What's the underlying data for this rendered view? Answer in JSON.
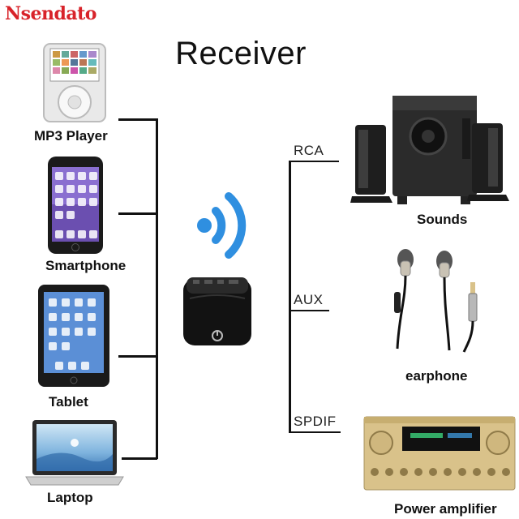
{
  "brand": {
    "name": "Nsendato"
  },
  "title": "Receiver",
  "sources": [
    {
      "label": "MP3 Player",
      "icon": "mp3-player-icon"
    },
    {
      "label": "Smartphone",
      "icon": "smartphone-icon"
    },
    {
      "label": "Tablet",
      "icon": "tablet-icon"
    },
    {
      "label": "Laptop",
      "icon": "laptop-icon"
    }
  ],
  "outputs": [
    {
      "port": "RCA",
      "label": "Sounds",
      "icon": "speakers-icon"
    },
    {
      "port": "AUX",
      "label": "earphone",
      "icon": "earphones-icon"
    },
    {
      "port": "SPDIF",
      "label": "Power amplifier",
      "icon": "amplifier-icon"
    }
  ],
  "colors": {
    "brand": "#d8232a",
    "wireless": "#2f8fe0",
    "device": "#111111",
    "amplifier_gold": "#d9c28a"
  }
}
